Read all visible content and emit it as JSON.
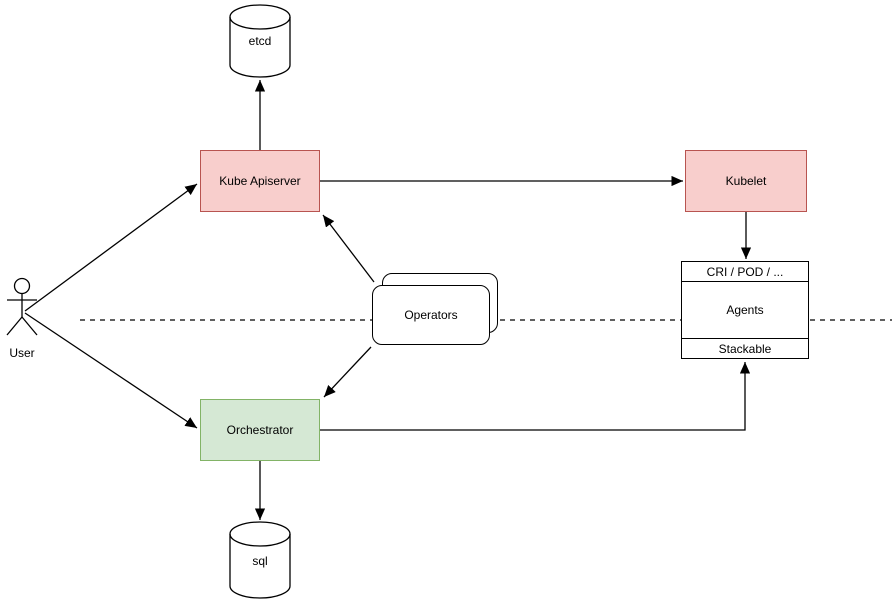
{
  "diagram": {
    "kind": "architecture-flow-diagram",
    "colors": {
      "node_red_fill": "#f8cecc",
      "node_red_stroke": "#b85450",
      "node_green_fill": "#d5e8d4",
      "node_green_stroke": "#82b366",
      "node_plain_fill": "#ffffff",
      "line": "#000000",
      "background": "#ffffff"
    },
    "nodes": {
      "user": {
        "label": "User",
        "shape": "actor"
      },
      "etcd": {
        "label": "etcd",
        "shape": "cylinder"
      },
      "kube_apiserver": {
        "label": "Kube Apiserver",
        "shape": "rect",
        "fill": "#f8cecc",
        "stroke": "#b85450"
      },
      "kubelet": {
        "label": "Kubelet",
        "shape": "rect",
        "fill": "#f8cecc",
        "stroke": "#b85450"
      },
      "operators": {
        "label": "Operators",
        "shape": "stacked-rounded-rect"
      },
      "orchestrator": {
        "label": "Orchestrator",
        "shape": "rect",
        "fill": "#d5e8d4",
        "stroke": "#82b366"
      },
      "agents": {
        "shape": "stacked-sections",
        "sections": [
          "CRI / POD / ...",
          "Agents",
          "Stackable"
        ]
      },
      "sql": {
        "label": "sql",
        "shape": "cylinder"
      }
    },
    "edges": [
      {
        "from": "user",
        "to": "kube_apiserver",
        "style": "solid",
        "arrow": "end"
      },
      {
        "from": "user",
        "to": "orchestrator",
        "style": "solid",
        "arrow": "end"
      },
      {
        "from": "kube_apiserver",
        "to": "etcd",
        "style": "solid",
        "arrow": "end"
      },
      {
        "from": "kube_apiserver",
        "to": "kubelet",
        "style": "solid",
        "arrow": "end"
      },
      {
        "from": "operators",
        "to": "kube_apiserver",
        "style": "solid",
        "arrow": "end"
      },
      {
        "from": "operators",
        "to": "orchestrator",
        "style": "solid",
        "arrow": "end"
      },
      {
        "from": "kubelet",
        "to": "agents.CRI / POD / ...",
        "style": "solid",
        "arrow": "end"
      },
      {
        "from": "orchestrator",
        "to": "agents.Stackable",
        "style": "solid-orthogonal",
        "arrow": "end"
      },
      {
        "from": "orchestrator",
        "to": "sql",
        "style": "solid",
        "arrow": "end"
      }
    ],
    "separator": {
      "style": "dashed",
      "orientation": "horizontal"
    }
  }
}
